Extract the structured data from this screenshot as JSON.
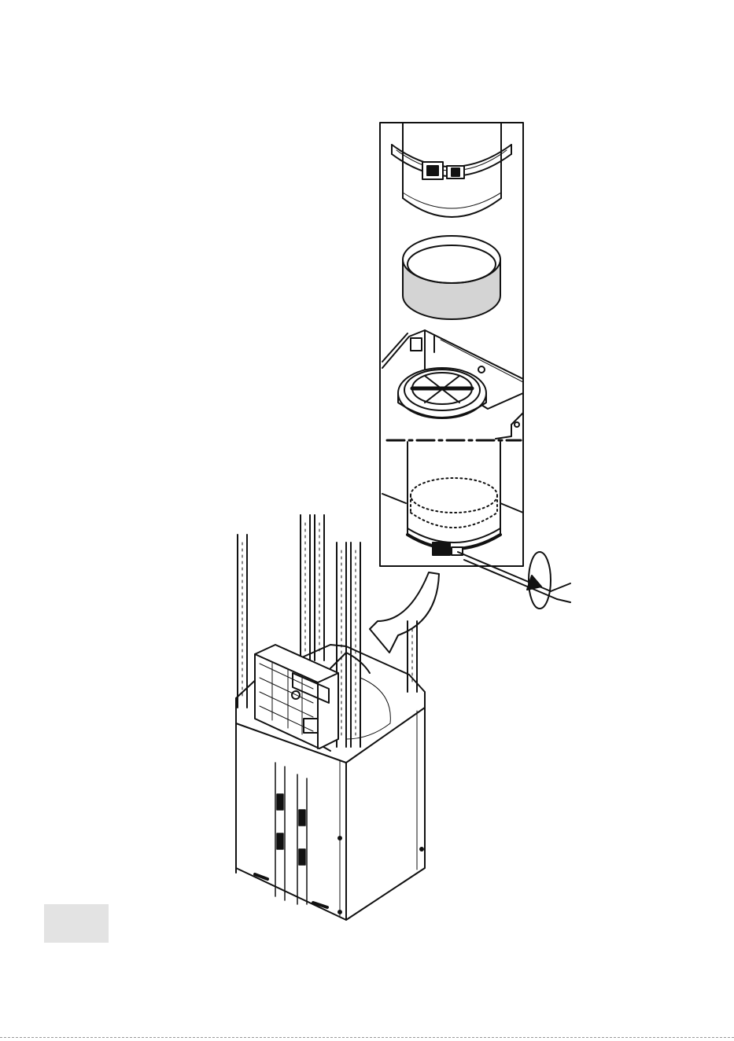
{
  "page": {
    "background": "#ffffff",
    "line_color": "#111111",
    "tab_color": "#e3e3e3",
    "gasket_color": "#d4d4d4",
    "footer_rule": "dashed"
  },
  "illustration": {
    "main_view": "hood-chimney-assembly",
    "detail_view": "duct-clamp-connection",
    "icons": [
      "clamp-icon",
      "duct-icon",
      "gasket-ring-icon",
      "check-valve-icon",
      "screwdriver-icon",
      "rotate-arrow-icon",
      "curved-arrow-icon"
    ]
  }
}
